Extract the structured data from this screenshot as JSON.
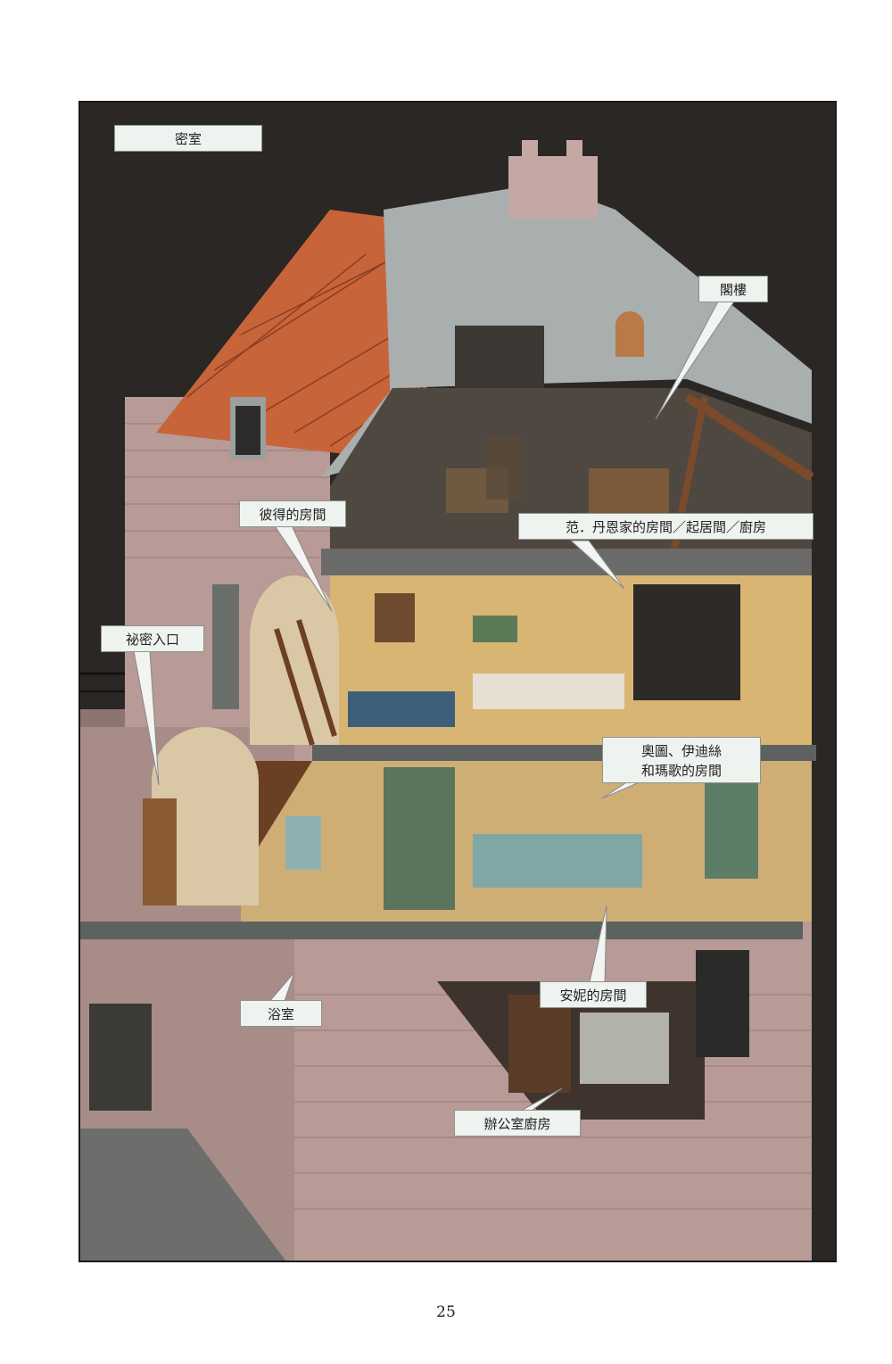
{
  "title_label": "密室",
  "callouts": {
    "attic": "閣樓",
    "peter_room": "彼得的房間",
    "van_daan_room": "范．丹恩家的房間／起居間／廚房",
    "secret_entrance": "祕密入口",
    "otto_edith_margot_room_line1": "奧圖、伊迪絲",
    "otto_edith_margot_room_line2": "和瑪歌的房間",
    "bathroom": "浴室",
    "anne_room": "安妮的房間",
    "office_kitchen": "辦公室廚房"
  },
  "page_number": "25",
  "colors": {
    "background_panel": "#2a2724",
    "brick": "#b89a96",
    "roof_tile": "#c8643a",
    "roof_gray": "#a9aeae",
    "room_yellow": "#d9b574",
    "floor_gray": "#5d6260",
    "label_fill": "#eef3ef"
  }
}
